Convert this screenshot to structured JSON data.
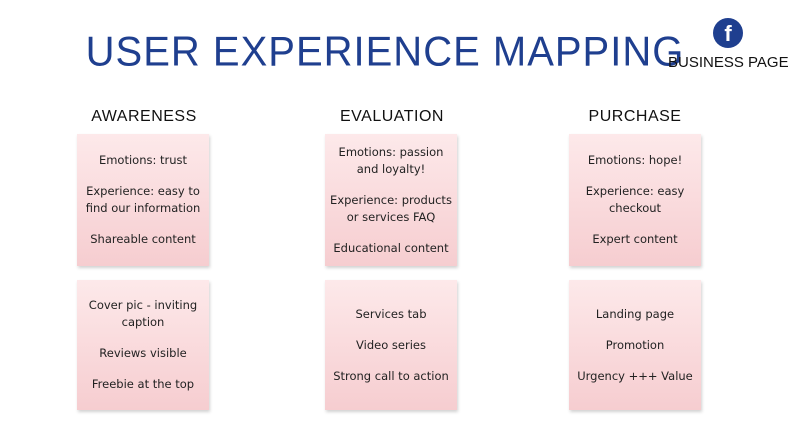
{
  "title": "USER EXPERIENCE MAPPING",
  "brand": {
    "icon": "facebook-icon",
    "label": "BUSINESS PAGE",
    "color": "#1f3f8f"
  },
  "note_color": "#f8d3d6",
  "columns": [
    {
      "heading": "AWARENESS",
      "notes": [
        [
          "Emotions: trust",
          "Experience: easy to find our information",
          "Shareable content"
        ],
        [
          "Cover pic - inviting caption",
          "Reviews visible",
          "Freebie at the top"
        ]
      ]
    },
    {
      "heading": "EVALUATION",
      "notes": [
        [
          "Emotions: passion and loyalty!",
          "Experience: products or services FAQ",
          "Educational content"
        ],
        [
          "Services tab",
          "Video series",
          "Strong call to action"
        ]
      ]
    },
    {
      "heading": "PURCHASE",
      "notes": [
        [
          "Emotions: hope!",
          "Experience: easy checkout",
          "Expert content"
        ],
        [
          "Landing page",
          "Promotion",
          "Urgency +++ Value"
        ]
      ]
    }
  ]
}
